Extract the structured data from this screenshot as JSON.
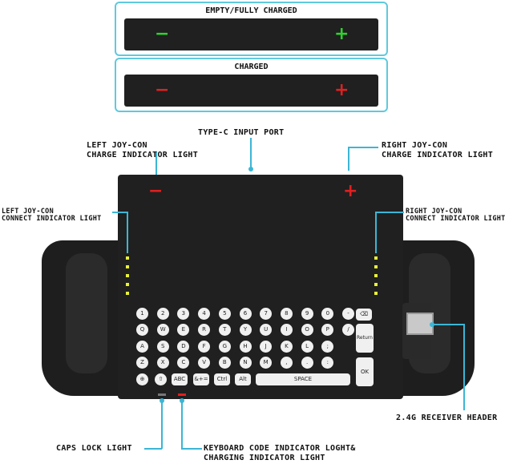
{
  "legend": {
    "top": {
      "title": "EMPTY/FULLY CHARGED",
      "minus": "−",
      "plus": "+",
      "color": "#2fd12f"
    },
    "bottom": {
      "title": "CHARGED",
      "minus": "−",
      "plus": "+",
      "color": "#e02020"
    }
  },
  "labels": {
    "type_c": "TYPE-C INPUT PORT",
    "left_charge_1": "LEFT JOY-CON",
    "left_charge_2": "CHARGE INDICATOR LIGHT",
    "right_charge_1": "RIGHT JOY-CON",
    "right_charge_2": "CHARGE INDICATOR LIGHT",
    "left_connect_1": "LEFT JOY-CON",
    "left_connect_2": "CONNECT INDICATOR LIGHT",
    "right_connect_1": "RIGHT JOY-CON",
    "right_connect_2": "CONNECT INDICATOR LIGHT",
    "receiver": "2.4G RECEIVER HEADER",
    "caps": "CAPS LOCK LIGHT",
    "code_1": "KEYBOARD CODE INDICATOR LOGHT&",
    "code_2": "CHARGING INDICATOR LIGHT"
  },
  "device": {
    "minus": "−",
    "plus": "+",
    "keys": {
      "row1": [
        "1",
        "2",
        "3",
        "4",
        "5",
        "6",
        "7",
        "8",
        "9",
        "0",
        "-"
      ],
      "row2": [
        "Q",
        "W",
        "E",
        "R",
        "T",
        "Y",
        "U",
        "I",
        "O",
        "P",
        "/"
      ],
      "row3": [
        "A",
        "S",
        "D",
        "F",
        "G",
        "H",
        "J",
        "K",
        "L",
        ";"
      ],
      "row4": [
        "Z",
        "X",
        "C",
        "V",
        "B",
        "N",
        "M",
        ",",
        ".",
        ":"
      ],
      "row5": [
        "⊕",
        "⇧",
        "ABC",
        "&+=",
        "Ctrl",
        "Alt",
        "SPACE"
      ],
      "backspace": "⌫",
      "return": "Return",
      "ok": "OK"
    }
  },
  "colors": {
    "accent": "#3bb6d6",
    "green": "#2fd12f",
    "red": "#e02020",
    "led": "#e8f23a",
    "body": "#202020"
  }
}
